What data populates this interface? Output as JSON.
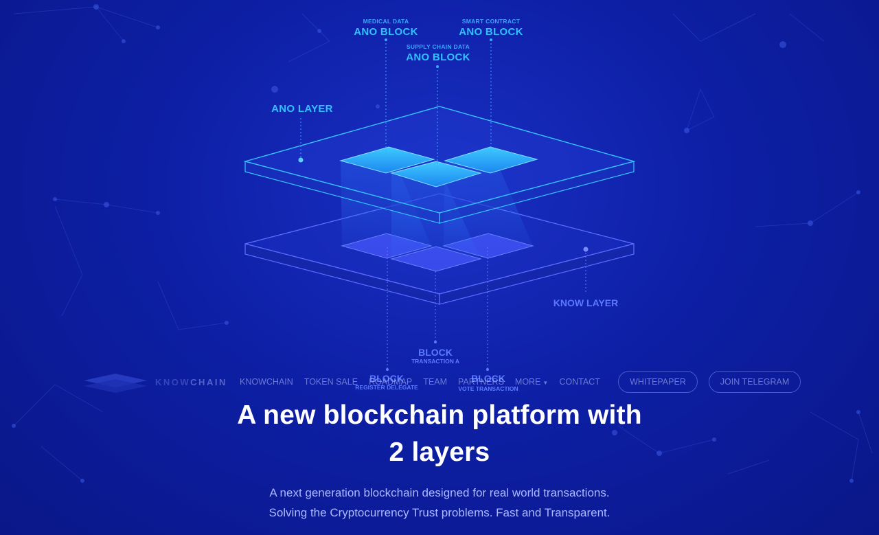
{
  "diagram": {
    "ano_layer": "ANO LAYER",
    "know_layer": "KNOW LAYER",
    "ano_blocks": [
      {
        "caption": "MEDICAL DATA",
        "title": "ANO BLOCK"
      },
      {
        "caption": "SUPPLY CHAIN DATA",
        "title": "ANO BLOCK"
      },
      {
        "caption": "SMART CONTRACT",
        "title": "ANO BLOCK"
      }
    ],
    "know_blocks": [
      {
        "title": "BLOCK",
        "caption": "TRANSACTION A"
      },
      {
        "title": "BLOCK",
        "caption": "REGISTER DELEGATE"
      },
      {
        "title": "BLOCK",
        "caption": "VOTE TRANSACTION"
      }
    ]
  },
  "nav": {
    "brand_know": "KNOW",
    "brand_chain": "CHAIN",
    "links": [
      "KNOWCHAIN",
      "TOKEN SALE",
      "ROADMAP",
      "TEAM",
      "PARTNERS",
      "MORE",
      "CONTACT"
    ],
    "whitepaper": "WHITEPAPER",
    "telegram": "JOIN TELEGRAM"
  },
  "hero": {
    "title_line1": "A new blockchain platform with",
    "title_line2": "2 layers",
    "subtitle_line1": "A next generation blockchain designed for real world transactions.",
    "subtitle_line2": "Solving the Cryptocurrency Trust problems. Fast and Transparent."
  },
  "colors": {
    "background": "#0d1fa5",
    "ano_accent": "#2fc2ff",
    "know_accent": "#5b78ff"
  }
}
